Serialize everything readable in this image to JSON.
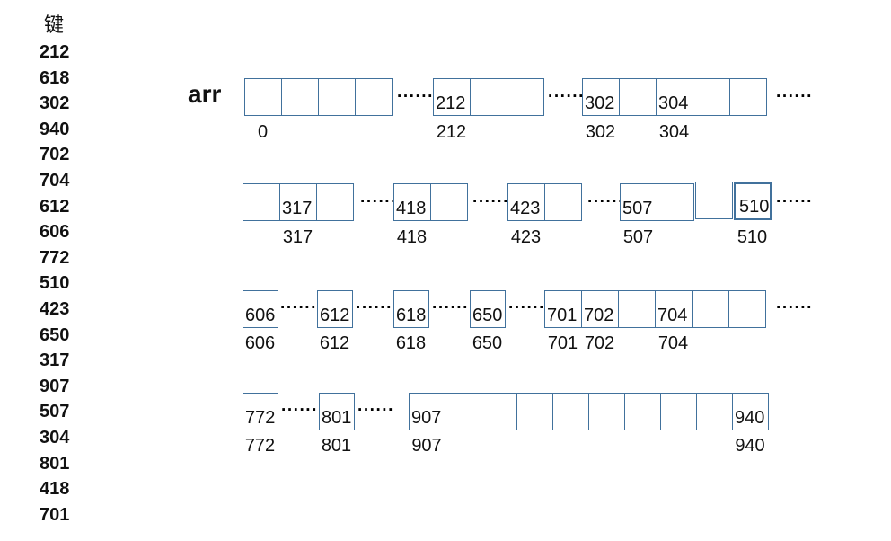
{
  "key_column": {
    "title": "键",
    "values": [
      "212",
      "618",
      "302",
      "940",
      "702",
      "704",
      "612",
      "606",
      "772",
      "510",
      "423",
      "650",
      "317",
      "907",
      "507",
      "304",
      "801",
      "418",
      "701"
    ]
  },
  "array_name": "arr",
  "ellipsis": "······",
  "colors": {
    "cell_border": "#41719C",
    "text": "#111111",
    "background": "#ffffff"
  },
  "rows": [
    {
      "groups": [
        {
          "cells": [
            "",
            "",
            "",
            ""
          ],
          "labels": [
            "0",
            "",
            "",
            ""
          ]
        },
        {
          "cells": [
            "212",
            "",
            ""
          ],
          "labels": [
            "212",
            "",
            ""
          ]
        },
        {
          "cells": [
            "302",
            "",
            "304",
            "",
            ""
          ],
          "labels": [
            "302",
            "",
            "304",
            "",
            ""
          ]
        }
      ]
    },
    {
      "groups": [
        {
          "cells": [
            "",
            "317",
            ""
          ],
          "labels": [
            "",
            "317",
            ""
          ]
        },
        {
          "cells": [
            "418",
            ""
          ],
          "labels": [
            "418",
            ""
          ]
        },
        {
          "cells": [
            "423",
            ""
          ],
          "labels": [
            "423",
            ""
          ]
        },
        {
          "cells": [
            "507",
            ""
          ],
          "labels": [
            "507",
            ""
          ]
        },
        {
          "cells": [
            ""
          ],
          "labels": [
            ""
          ]
        },
        {
          "cells": [
            "510"
          ],
          "labels": [
            "510"
          ]
        }
      ]
    },
    {
      "groups": [
        {
          "cells": [
            "606"
          ],
          "labels": [
            "606"
          ]
        },
        {
          "cells": [
            "612"
          ],
          "labels": [
            "612"
          ]
        },
        {
          "cells": [
            "618"
          ],
          "labels": [
            "618"
          ]
        },
        {
          "cells": [
            "650"
          ],
          "labels": [
            "650"
          ]
        },
        {
          "cells": [
            "701",
            "702",
            "",
            "704",
            "",
            ""
          ],
          "labels": [
            "701",
            "702",
            "",
            "704",
            "",
            ""
          ]
        }
      ]
    },
    {
      "groups": [
        {
          "cells": [
            "772"
          ],
          "labels": [
            "772"
          ]
        },
        {
          "cells": [
            "801"
          ],
          "labels": [
            "801"
          ]
        },
        {
          "cells": [
            "907",
            "",
            "",
            "",
            "",
            "",
            "",
            "",
            "",
            "940"
          ],
          "labels": [
            "907",
            "",
            "",
            "",
            "",
            "",
            "",
            "",
            "",
            "940"
          ]
        }
      ]
    }
  ]
}
